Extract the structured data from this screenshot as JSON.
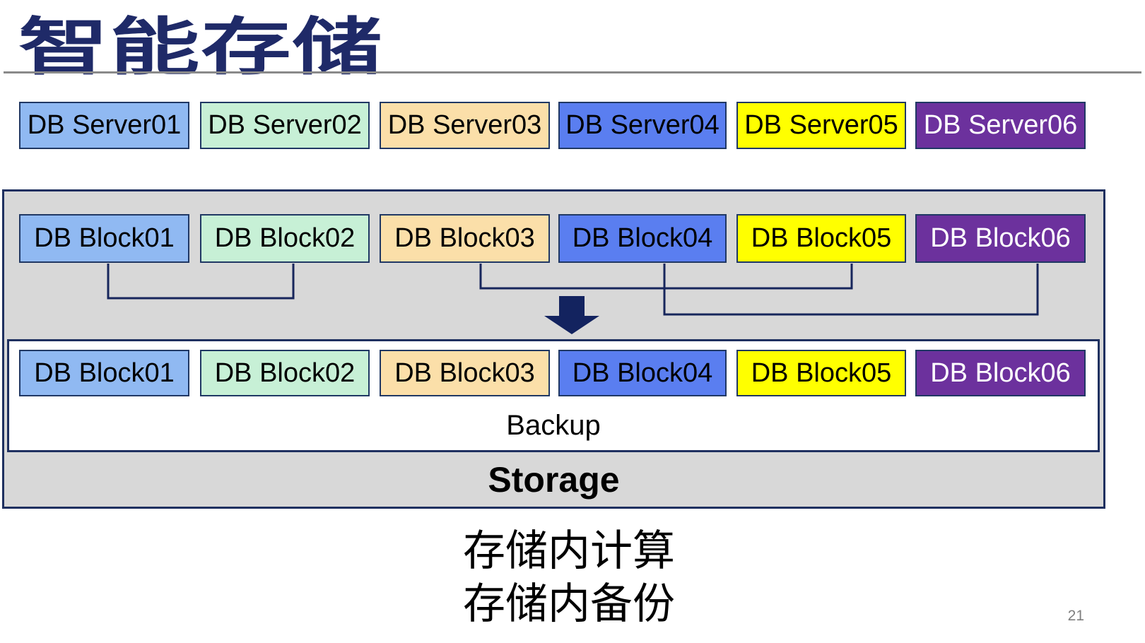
{
  "title": "智能存储",
  "server_row": {
    "items": [
      "DB Server01",
      "DB Server02",
      "DB Server03",
      "DB Server04",
      "DB Server05",
      "DB Server06"
    ]
  },
  "storage_panel": {
    "block_row": [
      "DB Block01",
      "DB Block02",
      "DB Block03",
      "DB Block04",
      "DB Block05",
      "DB Block06"
    ],
    "backup_block_row": [
      "DB Block01",
      "DB Block02",
      "DB Block03",
      "DB Block04",
      "DB Block05",
      "DB Block06"
    ],
    "backup_label": "Backup",
    "storage_label": "Storage"
  },
  "caption": {
    "line1": "存储内计算",
    "line2": "存储内备份"
  },
  "page_number": "21",
  "colors": {
    "title_navy": "#1F2A68",
    "border_navy": "#203864",
    "connector_navy": "#17265C",
    "arrow_navy": "#13235F",
    "panel_gray": "#D8D8D8",
    "rule_gray": "#8A8A8A",
    "box_fill_1": "#90B9F2",
    "box_fill_2": "#C7F0D6",
    "box_fill_3": "#FBDFA9",
    "box_fill_4": "#5A7EF0",
    "box_fill_5": "#FFFF00",
    "box_fill_6": "#6C319D",
    "page_number_gray": "#7F7F7F"
  }
}
